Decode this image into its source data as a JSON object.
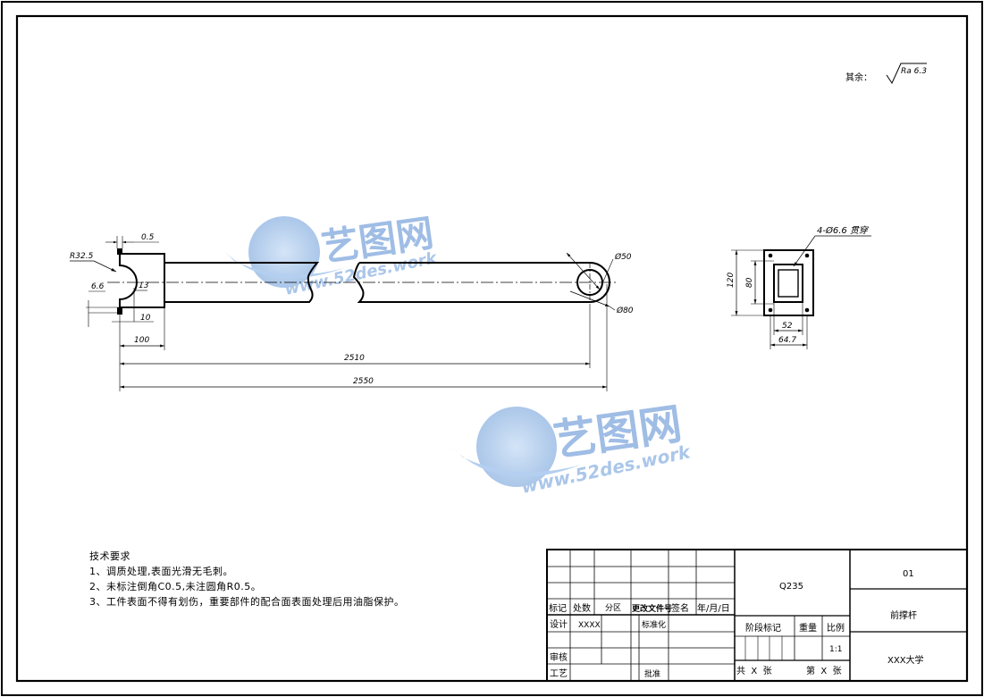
{
  "roughness": {
    "prefix": "其余：",
    "value": "Ra 6.3"
  },
  "watermark": {
    "cn": "艺图网",
    "url": "www.52des.work"
  },
  "front_view": {
    "dims": {
      "r32_5": "R32.5",
      "d0_5": "0.5",
      "d6_6": "6.6",
      "d13": "13",
      "d10": "10",
      "d100": "100",
      "d2510": "2510",
      "d2550": "2550",
      "phi50": "Ø50",
      "phi80": "Ø80"
    }
  },
  "side_view": {
    "dims": {
      "holes": "4-Ø6.6 贯穿",
      "d120": "120",
      "d80": "80",
      "d52": "52",
      "d64_7": "64.7"
    }
  },
  "technical_requirements": {
    "title": "技术要求",
    "items": [
      "1、调质处理,表面光滑无毛刺。",
      "2、未标注倒角C0.5,未注圆角R0.5。",
      "3、工件表面不得有划伤，重要部件的配合面表面处理后用油脂保护。"
    ]
  },
  "title_block": {
    "material": "Q235",
    "drawing_no": "01",
    "part_name": "前撑杆",
    "organization": "XXX大学",
    "headers": [
      "标记",
      "处数",
      "分区",
      "更改文件号",
      "签名",
      "年/月/日"
    ],
    "design_label": "设计",
    "design_value": "XXXX",
    "standardization": "标准化",
    "review": "审核",
    "process": "工艺",
    "approve": "批准",
    "stage_mark": "阶段标记",
    "weight": "重量",
    "scale_label": "比例",
    "scale_value": "1:1",
    "total_sheets": "共  X  张",
    "sheet_no": "第  X  张"
  }
}
